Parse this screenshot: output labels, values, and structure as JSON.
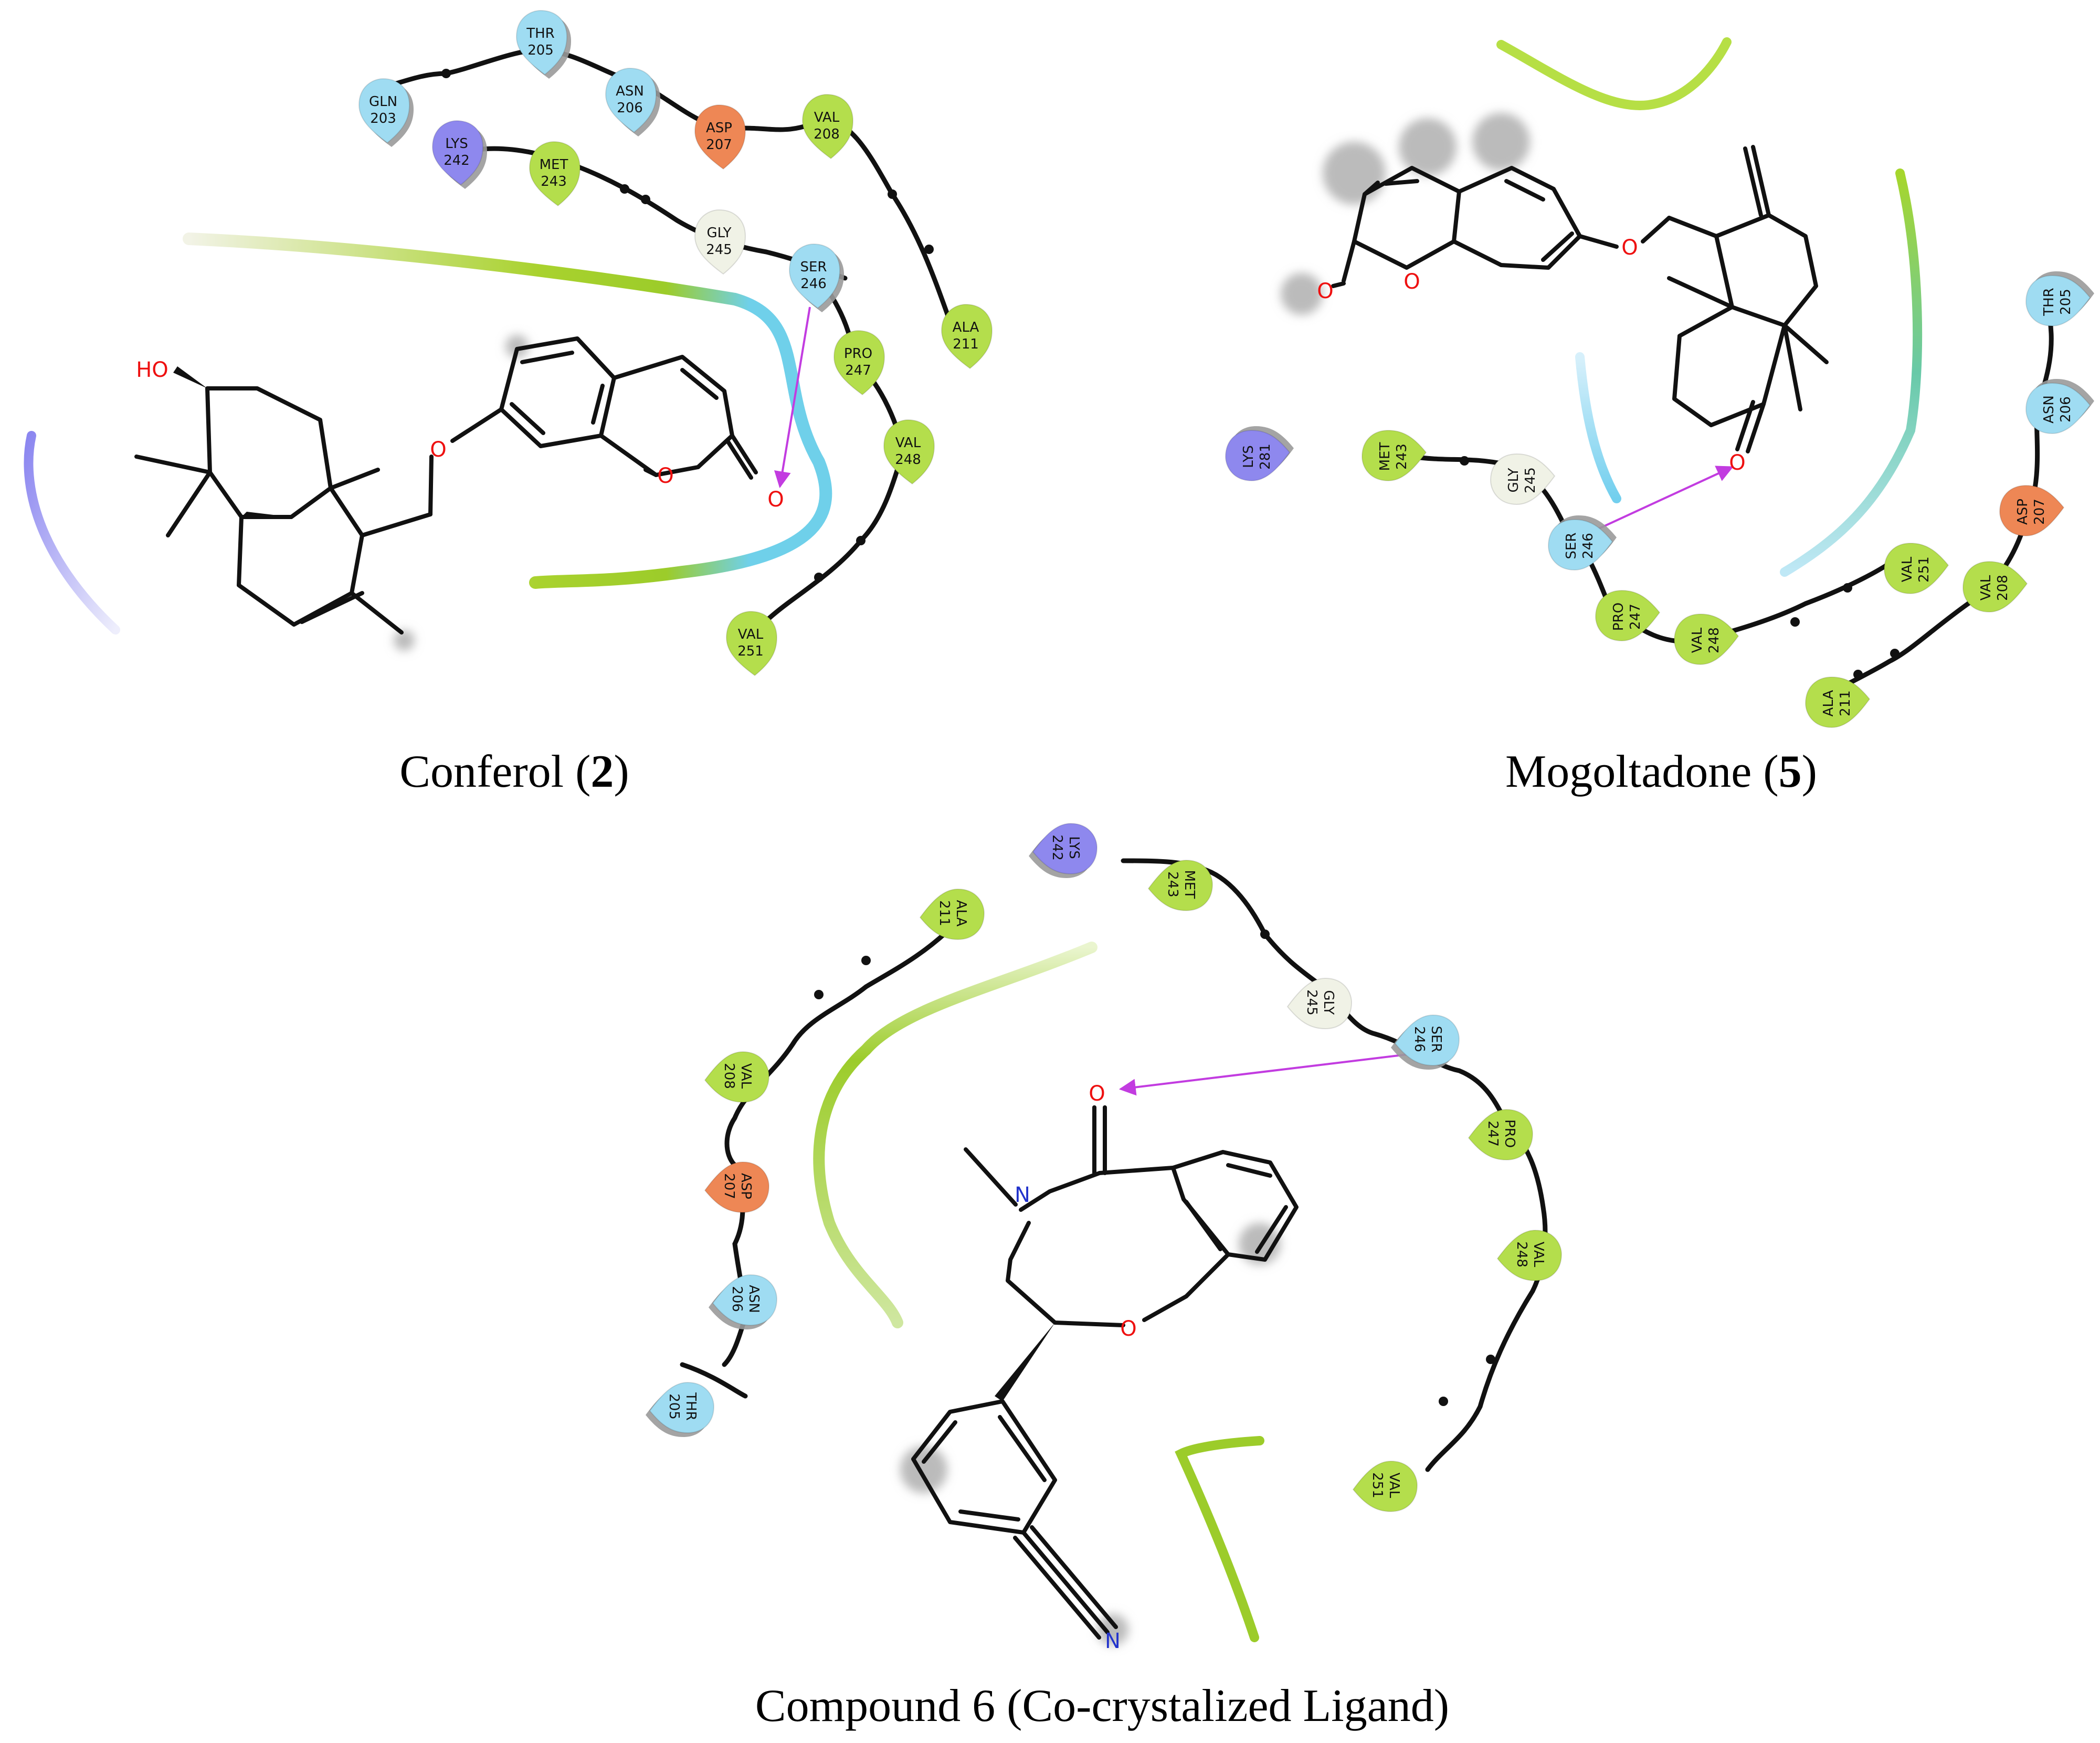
{
  "panels": [
    {
      "caption": "Conferol",
      "caption_number": "2",
      "residues": [
        {
          "name": "GLN",
          "num": "203",
          "type": "polar"
        },
        {
          "name": "THR",
          "num": "205",
          "type": "polar"
        },
        {
          "name": "ASN",
          "num": "206",
          "type": "polar"
        },
        {
          "name": "ASP",
          "num": "207",
          "type": "negative"
        },
        {
          "name": "VAL",
          "num": "208",
          "type": "hydrophobic"
        },
        {
          "name": "LYS",
          "num": "242",
          "type": "positive"
        },
        {
          "name": "MET",
          "num": "243",
          "type": "hydrophobic"
        },
        {
          "name": "GLY",
          "num": "245",
          "type": "glycine"
        },
        {
          "name": "SER",
          "num": "246",
          "type": "polar"
        },
        {
          "name": "ALA",
          "num": "211",
          "type": "hydrophobic"
        },
        {
          "name": "PRO",
          "num": "247",
          "type": "hydrophobic"
        },
        {
          "name": "VAL",
          "num": "248",
          "type": "hydrophobic"
        },
        {
          "name": "VAL",
          "num": "251",
          "type": "hydrophobic"
        }
      ],
      "atoms": [
        "HO",
        "O",
        "O",
        "O"
      ]
    },
    {
      "caption": "Mogoltadone",
      "caption_number": "5",
      "residues": [
        {
          "name": "THR",
          "num": "205",
          "type": "polar"
        },
        {
          "name": "ASN",
          "num": "206",
          "type": "polar"
        },
        {
          "name": "ASP",
          "num": "207",
          "type": "negative"
        },
        {
          "name": "VAL",
          "num": "208",
          "type": "hydrophobic"
        },
        {
          "name": "ALA",
          "num": "211",
          "type": "hydrophobic"
        },
        {
          "name": "LYS",
          "num": "281",
          "type": "positive"
        },
        {
          "name": "MET",
          "num": "243",
          "type": "hydrophobic"
        },
        {
          "name": "GLY",
          "num": "245",
          "type": "glycine"
        },
        {
          "name": "SER",
          "num": "246",
          "type": "polar"
        },
        {
          "name": "PRO",
          "num": "247",
          "type": "hydrophobic"
        },
        {
          "name": "VAL",
          "num": "248",
          "type": "hydrophobic"
        },
        {
          "name": "VAL",
          "num": "251",
          "type": "hydrophobic"
        }
      ],
      "atoms": [
        "O",
        "O",
        "O",
        "O"
      ]
    },
    {
      "caption": "Compound 6 (Co-crystalized Ligand)",
      "caption_number": "",
      "residues": [
        {
          "name": "ALA",
          "num": "211",
          "type": "hydrophobic"
        },
        {
          "name": "VAL",
          "num": "208",
          "type": "hydrophobic"
        },
        {
          "name": "ASP",
          "num": "207",
          "type": "negative"
        },
        {
          "name": "ASN",
          "num": "206",
          "type": "polar"
        },
        {
          "name": "THR",
          "num": "205",
          "type": "polar"
        },
        {
          "name": "LYS",
          "num": "242",
          "type": "positive"
        },
        {
          "name": "MET",
          "num": "243",
          "type": "hydrophobic"
        },
        {
          "name": "GLY",
          "num": "245",
          "type": "glycine"
        },
        {
          "name": "SER",
          "num": "246",
          "type": "polar"
        },
        {
          "name": "PRO",
          "num": "247",
          "type": "hydrophobic"
        },
        {
          "name": "VAL",
          "num": "248",
          "type": "hydrophobic"
        },
        {
          "name": "VAL",
          "num": "251",
          "type": "hydrophobic"
        }
      ],
      "atoms": [
        "O",
        "N",
        "O",
        "N"
      ]
    }
  ],
  "colors": {
    "polar": "#9fdcf2",
    "negative": "#ee8755",
    "positive": "#8e88ee",
    "hydrophobic": "#b4de4c",
    "glycine": "#f0f2e6",
    "hbond_arrow": "#c23ce0",
    "oxygen": "#ee1010",
    "nitrogen": "#2233cc",
    "pocket_green": "#9ccc2a",
    "pocket_blue": "#66ccee"
  }
}
